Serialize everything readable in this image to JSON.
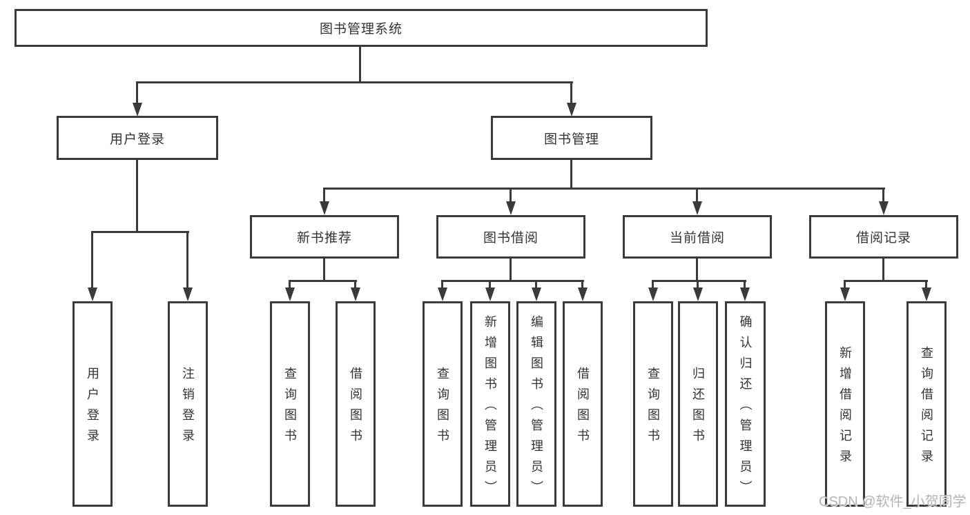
{
  "tree": {
    "root": {
      "label": "图书管理系统"
    },
    "branches": [
      {
        "label": "用户登录",
        "children": [
          {
            "label": "用户登录"
          },
          {
            "label": "注销登录"
          }
        ]
      },
      {
        "label": "图书管理",
        "children": [
          {
            "label": "新书推荐",
            "children": [
              {
                "label": "查询图书"
              },
              {
                "label": "借阅图书"
              }
            ]
          },
          {
            "label": "图书借阅",
            "children": [
              {
                "label": "查询图书"
              },
              {
                "label": "新增图书（管理员）"
              },
              {
                "label": "编辑图书（管理员）"
              },
              {
                "label": "借阅图书"
              }
            ]
          },
          {
            "label": "当前借阅",
            "children": [
              {
                "label": "查询图书"
              },
              {
                "label": "归还图书"
              },
              {
                "label": "确认归还（管理员）"
              }
            ]
          },
          {
            "label": "借阅记录",
            "children": [
              {
                "label": "新增借阅记录"
              },
              {
                "label": "查询借阅记录"
              }
            ]
          }
        ]
      }
    ]
  },
  "watermark": "CSDN @软件_小贺同学",
  "colors": {
    "line": "#3a3a3a",
    "text": "#333333",
    "background": "#ffffff",
    "watermark": "#b3b3b3"
  }
}
